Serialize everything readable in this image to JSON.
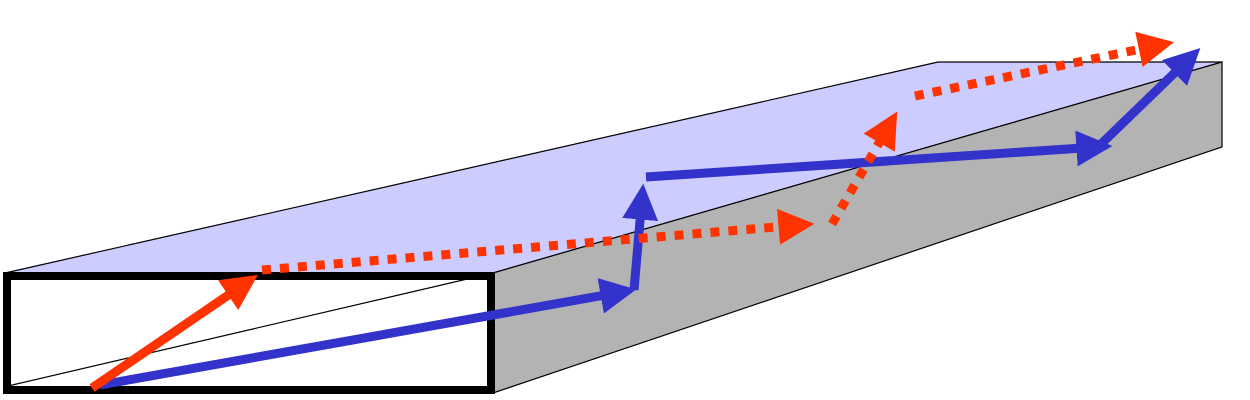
{
  "diagram": {
    "kind": "3d-slab-ray-paths",
    "colors": {
      "background": "#ffffff",
      "top_face": "#ccccff",
      "side_face": "#b3b3b3",
      "edge": "#000000",
      "front_face_fill": "#ffffff",
      "front_face_border": "#000000",
      "blue_path": "#3333cc",
      "red_path": "#ff3300"
    },
    "paths": [
      {
        "id": "blue",
        "style": "solid",
        "segments": 4,
        "arrowheads": 4
      },
      {
        "id": "red",
        "style": "dotted",
        "segments": 4,
        "arrowheads": 4
      }
    ]
  }
}
